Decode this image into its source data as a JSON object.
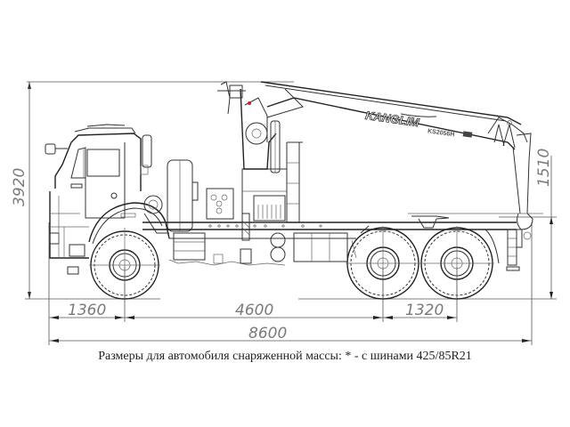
{
  "drawing": {
    "subject": "truck-mounted-crane-side-view",
    "crane_brand_label": "KANGLIM",
    "crane_model_label": "KS2056H",
    "line_color": "#333333",
    "dimension_color": "#7a7a7a"
  },
  "dimensions": {
    "overall_height": "3920",
    "front_overhang": "1360",
    "wheelbase": "4600",
    "rear_axle_spacing": "1320",
    "overall_length": "8600",
    "rear_boom_height": "1510"
  },
  "caption": "Размеры для автомобиля снаряженной массы: * - с шинами 425/85R21"
}
